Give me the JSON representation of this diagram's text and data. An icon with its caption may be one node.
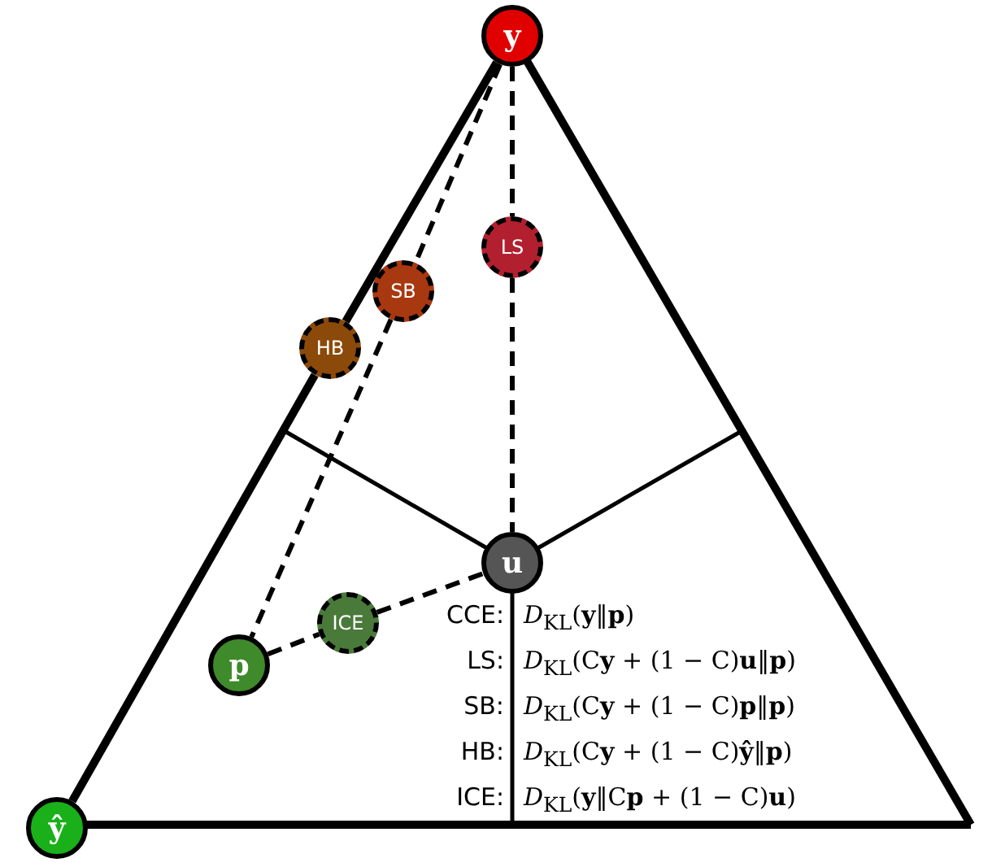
{
  "diagram": {
    "nodes": [
      {
        "text": [
          "y"
        ]
      },
      {
        "text": [
          "LS"
        ]
      },
      {
        "text": [
          "SB"
        ]
      },
      {
        "text": [
          "HB"
        ]
      },
      {
        "text": [
          "u"
        ]
      },
      {
        "text": [
          "ICE"
        ]
      },
      {
        "text": [
          "p"
        ]
      },
      {
        "text": [
          "ŷ"
        ]
      }
    ],
    "edges": [
      {
        "from": 0,
        "to": 3,
        "arrow": "none"
      },
      {
        "from": 3,
        "to": 7,
        "arrow": "none"
      },
      {
        "from": 0,
        "to": 1,
        "arrow": "none",
        "style": "dashed"
      },
      {
        "from": 1,
        "to": 4,
        "arrow": "none",
        "style": "dashed"
      },
      {
        "from": 0,
        "to": 2,
        "arrow": "none",
        "style": "dashed"
      },
      {
        "from": 2,
        "to": 6,
        "arrow": "none",
        "style": "dashed"
      },
      {
        "from": 6,
        "to": 5,
        "arrow": "none",
        "style": "dashed"
      },
      {
        "from": 5,
        "to": 4,
        "arrow": "none",
        "style": "dashed"
      }
    ],
    "labels": [
      "CCE:",
      "*D*$_{KL}$(**y**‖**p**)",
      "LS:",
      "*D*$_{KL}$(C**y** + (1 − C)**u**‖**p**)",
      "SB:",
      "*D*$_{KL}$(C**y** + (1 − C)**p**‖**p**)",
      "HB:",
      "*D*$_{KL}$(C**y** + (1 − C)**ŷ**‖**p**)",
      "ICE:",
      "*D*$_{KL}$(**y**‖C**p** + (1 − C)**u**)"
    ]
  }
}
